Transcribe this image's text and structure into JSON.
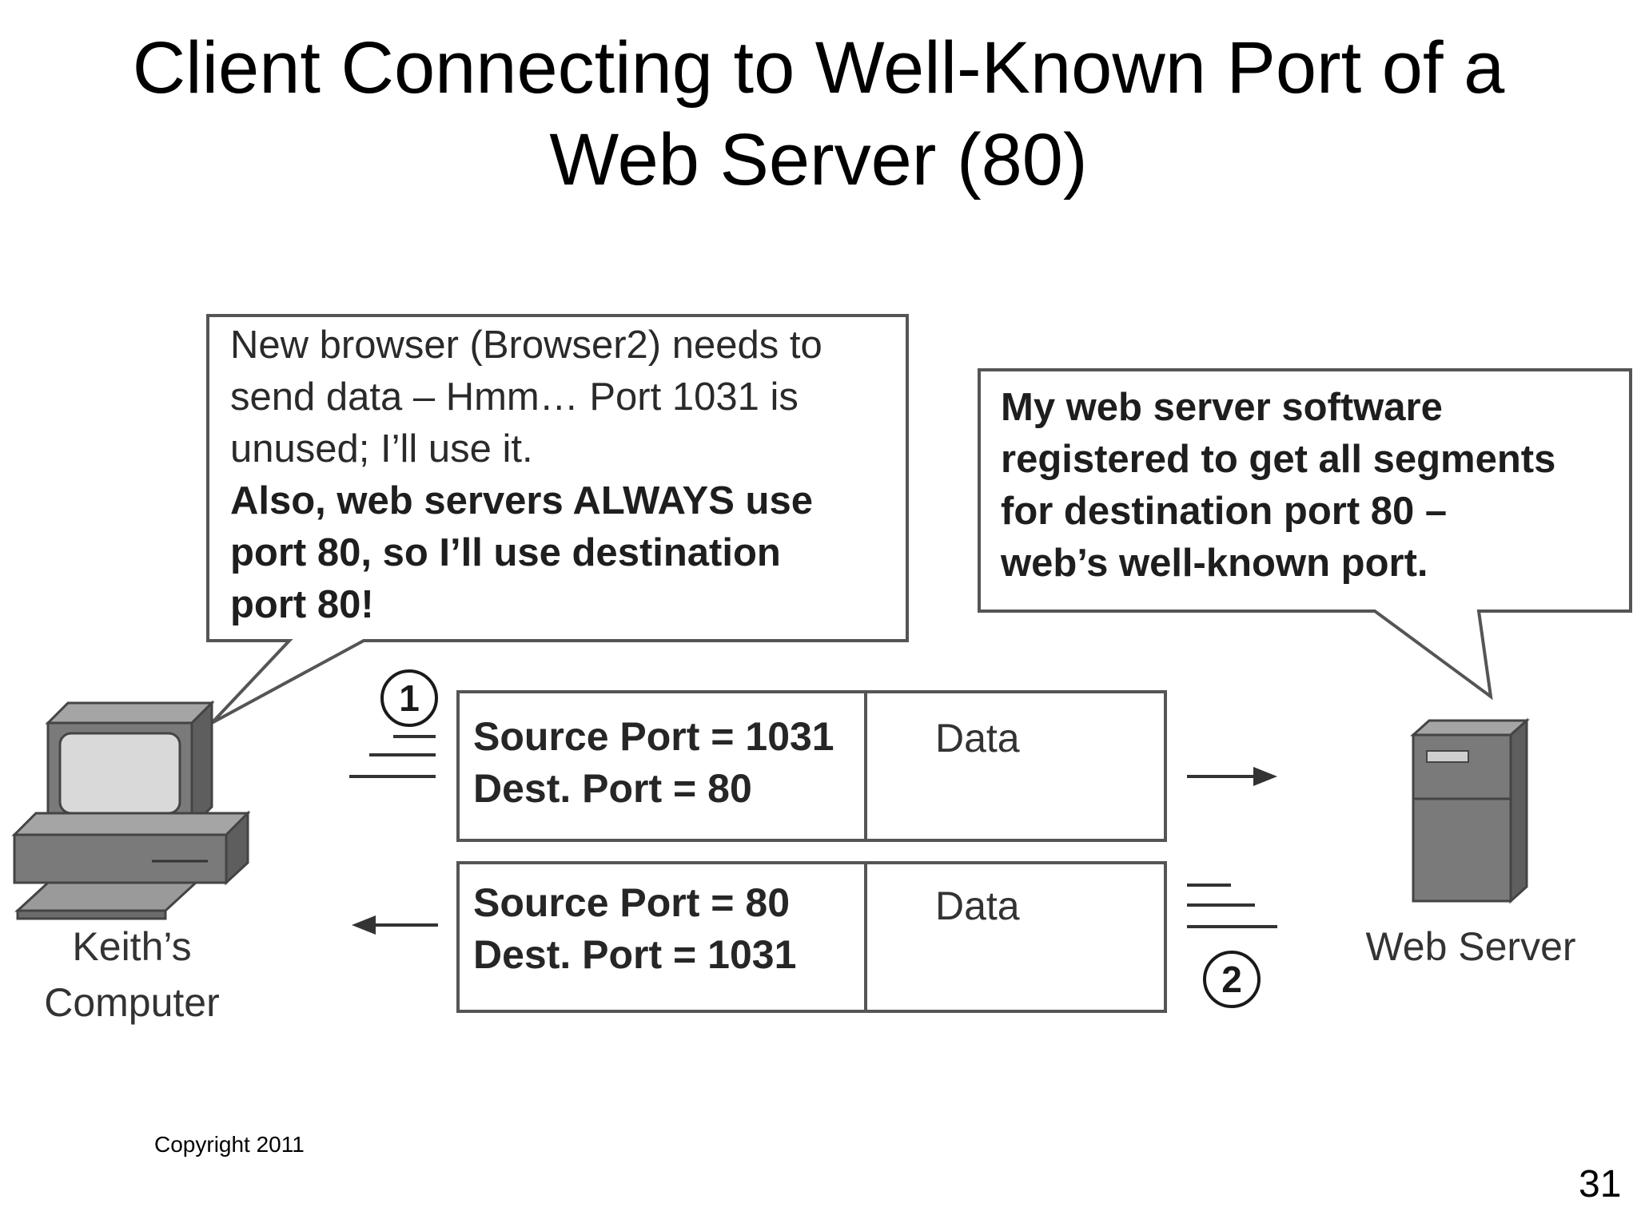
{
  "title": {
    "line1": "Client Connecting to Well-Known Port of a",
    "line2": "Web Server (80)"
  },
  "client_note": {
    "plain_lines": [
      "New browser (Browser2) needs to",
      "send data – Hmm… Port 1031 is",
      "unused; I’ll use it."
    ],
    "bold_lines": [
      "Also, web servers ALWAYS use",
      "port 80, so I’ll use destination",
      "port 80!"
    ]
  },
  "server_note": {
    "lines": [
      "My web server software",
      "registered to get all segments",
      "for destination port 80 –",
      "web’s well-known port."
    ]
  },
  "segments": [
    {
      "source": "Source Port = 1031",
      "dest": "Dest. Port = 80",
      "data": "Data",
      "step": "1",
      "direction": "to-server"
    },
    {
      "source": "Source Port = 80",
      "dest": "Dest. Port = 1031",
      "data": "Data",
      "step": "2",
      "direction": "to-client"
    }
  ],
  "client_label": {
    "line1": "Keith’s",
    "line2": "Computer"
  },
  "server_label": "Web Server",
  "footer": {
    "copyright": "Copyright 2011",
    "page_number": "31"
  },
  "colors": {
    "device_gray": "#7a7a7a",
    "screen": "#d9d9d9",
    "outline": "#444444"
  }
}
